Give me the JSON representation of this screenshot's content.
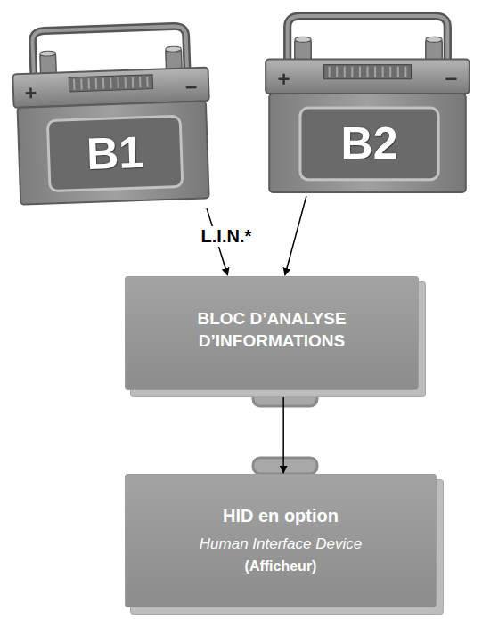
{
  "diagram": {
    "nodes": [
      {
        "text": [
          "B1"
        ]
      },
      {
        "text": [
          "B2"
        ]
      },
      {
        "text": [
          "BLOC D’ANALYSE D’INFORMATIONS"
        ]
      },
      {
        "text": [
          "HID en option",
          "Human Interface Device",
          "(Afficheur)"
        ]
      }
    ],
    "edges": [
      {
        "from": 0,
        "to": 2,
        "arrow": "to",
        "label": "L.I.N.*"
      },
      {
        "from": 1,
        "to": 2,
        "arrow": "to"
      },
      {
        "from": 2,
        "to": 3,
        "arrow": "to"
      }
    ]
  }
}
